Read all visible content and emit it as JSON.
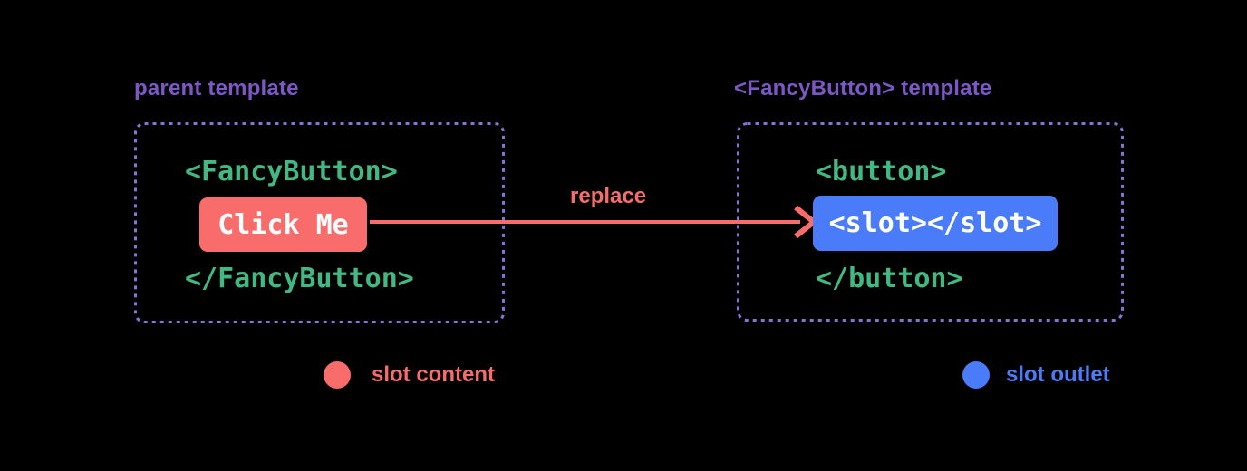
{
  "colors": {
    "background": "#000000",
    "purple_label": "#7d57c5",
    "purple_border": "#8a71d6",
    "code_green": "#42b883",
    "slot_content_red": "#f96c6c",
    "slot_outlet_blue": "#4a7bf8",
    "button_text_white": "#ffffff"
  },
  "parent_template": {
    "title": "parent template",
    "code_open": "<FancyButton>",
    "button_label": "Click Me",
    "code_close": "</FancyButton>"
  },
  "arrow": {
    "label": "replace"
  },
  "component_template": {
    "title": "<FancyButton> template",
    "code_open": "<button>",
    "slot_label": "<slot></slot>",
    "code_close": "</button>"
  },
  "legend": [
    {
      "label": "slot content",
      "color": "#f96c6c"
    },
    {
      "label": "slot outlet",
      "color": "#4a7bf8"
    }
  ]
}
